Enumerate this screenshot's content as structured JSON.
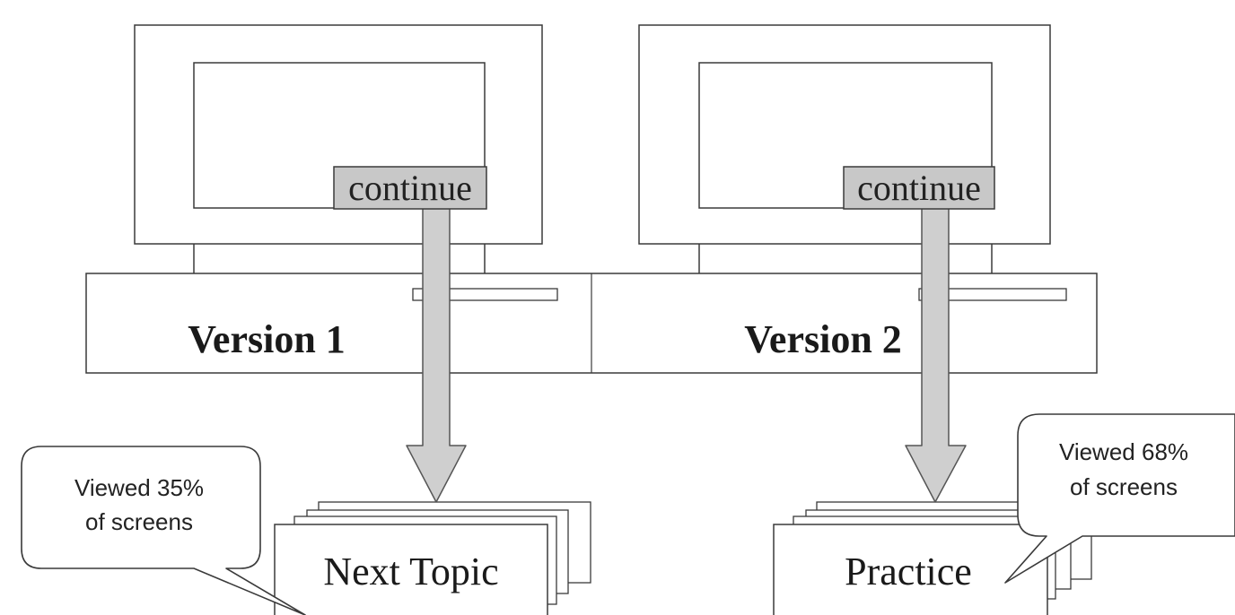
{
  "version1": {
    "button_label": "continue",
    "label": "Version 1",
    "destination": "Next Topic",
    "callout_line1": "Viewed 35%",
    "callout_line2": "of screens",
    "viewed_percent": 35
  },
  "version2": {
    "button_label": "continue",
    "label": "Version 2",
    "destination": "Practice",
    "callout_line1": "Viewed 68%",
    "callout_line2": "of screens",
    "viewed_percent": 68
  },
  "colors": {
    "outline": "#3a3a3a",
    "button_fill": "#c8c8c8",
    "arrow_fill": "#cfcfcf",
    "background": "#ffffff"
  }
}
